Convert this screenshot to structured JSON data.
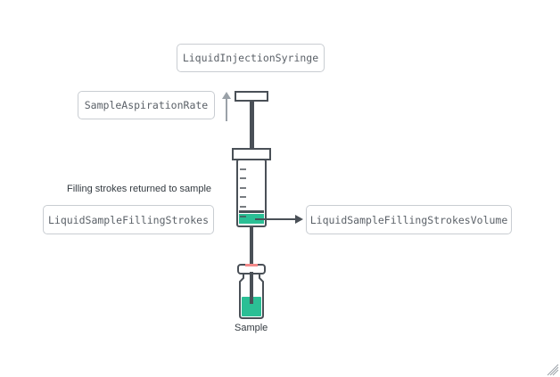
{
  "parameters": {
    "injection_syringe": "LiquidInjectionSyringe",
    "aspiration_rate": "SampleAspirationRate",
    "filling_strokes": "LiquidSampleFillingStrokes",
    "filling_strokes_volume": "LiquidSampleFillingStrokesVolume"
  },
  "captions": {
    "filling_strokes_note": "Filling strokes returned to sample",
    "sample": "Sample"
  },
  "colors": {
    "outline": "#4a5057",
    "liquid": "#2bbf95",
    "septum": "#f48a8a",
    "arrow_muted": "#9aa1a8",
    "box_border": "#c9cdd2"
  },
  "icons": {
    "resize_handle": "resize-grip-icon"
  }
}
